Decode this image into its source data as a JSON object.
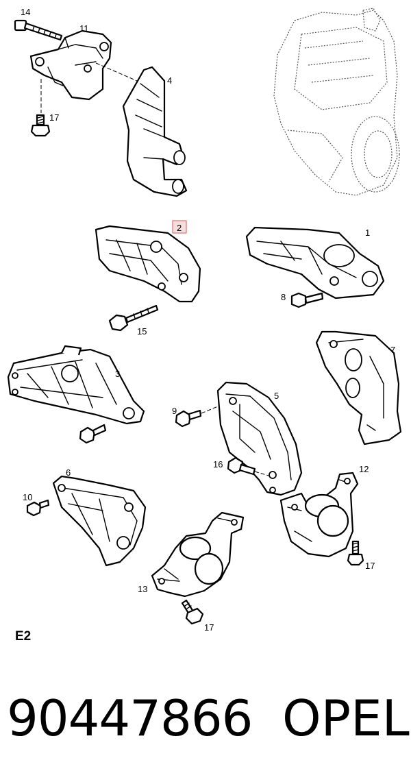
{
  "diagram": {
    "section_code": "E2",
    "highlight_color": "#e07070",
    "callouts": {
      "c14": "14",
      "c11": "11",
      "c4": "4",
      "c17a": "17",
      "c2": "2",
      "c1": "1",
      "c8": "8",
      "c15": "15",
      "c7": "7",
      "c3": "3",
      "c5": "5",
      "c9": "9",
      "c16": "16",
      "c12": "12",
      "c6": "6",
      "c10": "10",
      "c17b": "17",
      "c13": "13",
      "c17c": "17"
    },
    "highlighted_callout": "2"
  },
  "footer": {
    "part_number": "90447866",
    "brand": "OPEL"
  }
}
